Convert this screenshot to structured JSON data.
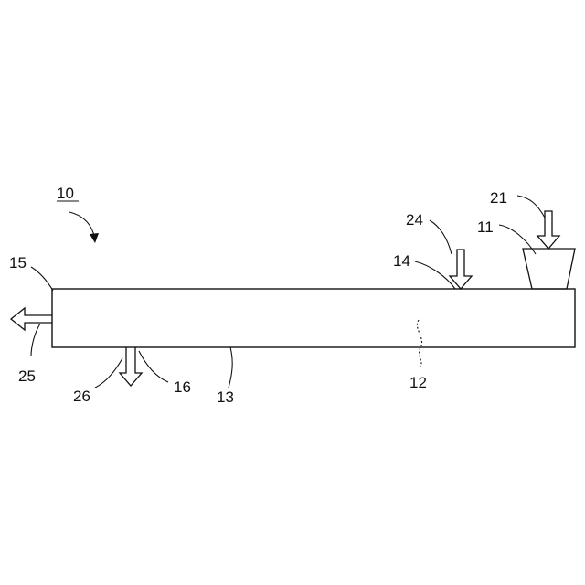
{
  "figure": {
    "labels": {
      "device": "10",
      "hopper": "11",
      "interior": "12",
      "barrel": "13",
      "side_inlet": "14",
      "end_outlet": "15",
      "bottom_outlet": "16",
      "hopper_feed_arrow": "21",
      "side_feed_arrow": "24",
      "end_discharge_arrow": "25",
      "bottom_discharge_arrow": "26"
    }
  }
}
